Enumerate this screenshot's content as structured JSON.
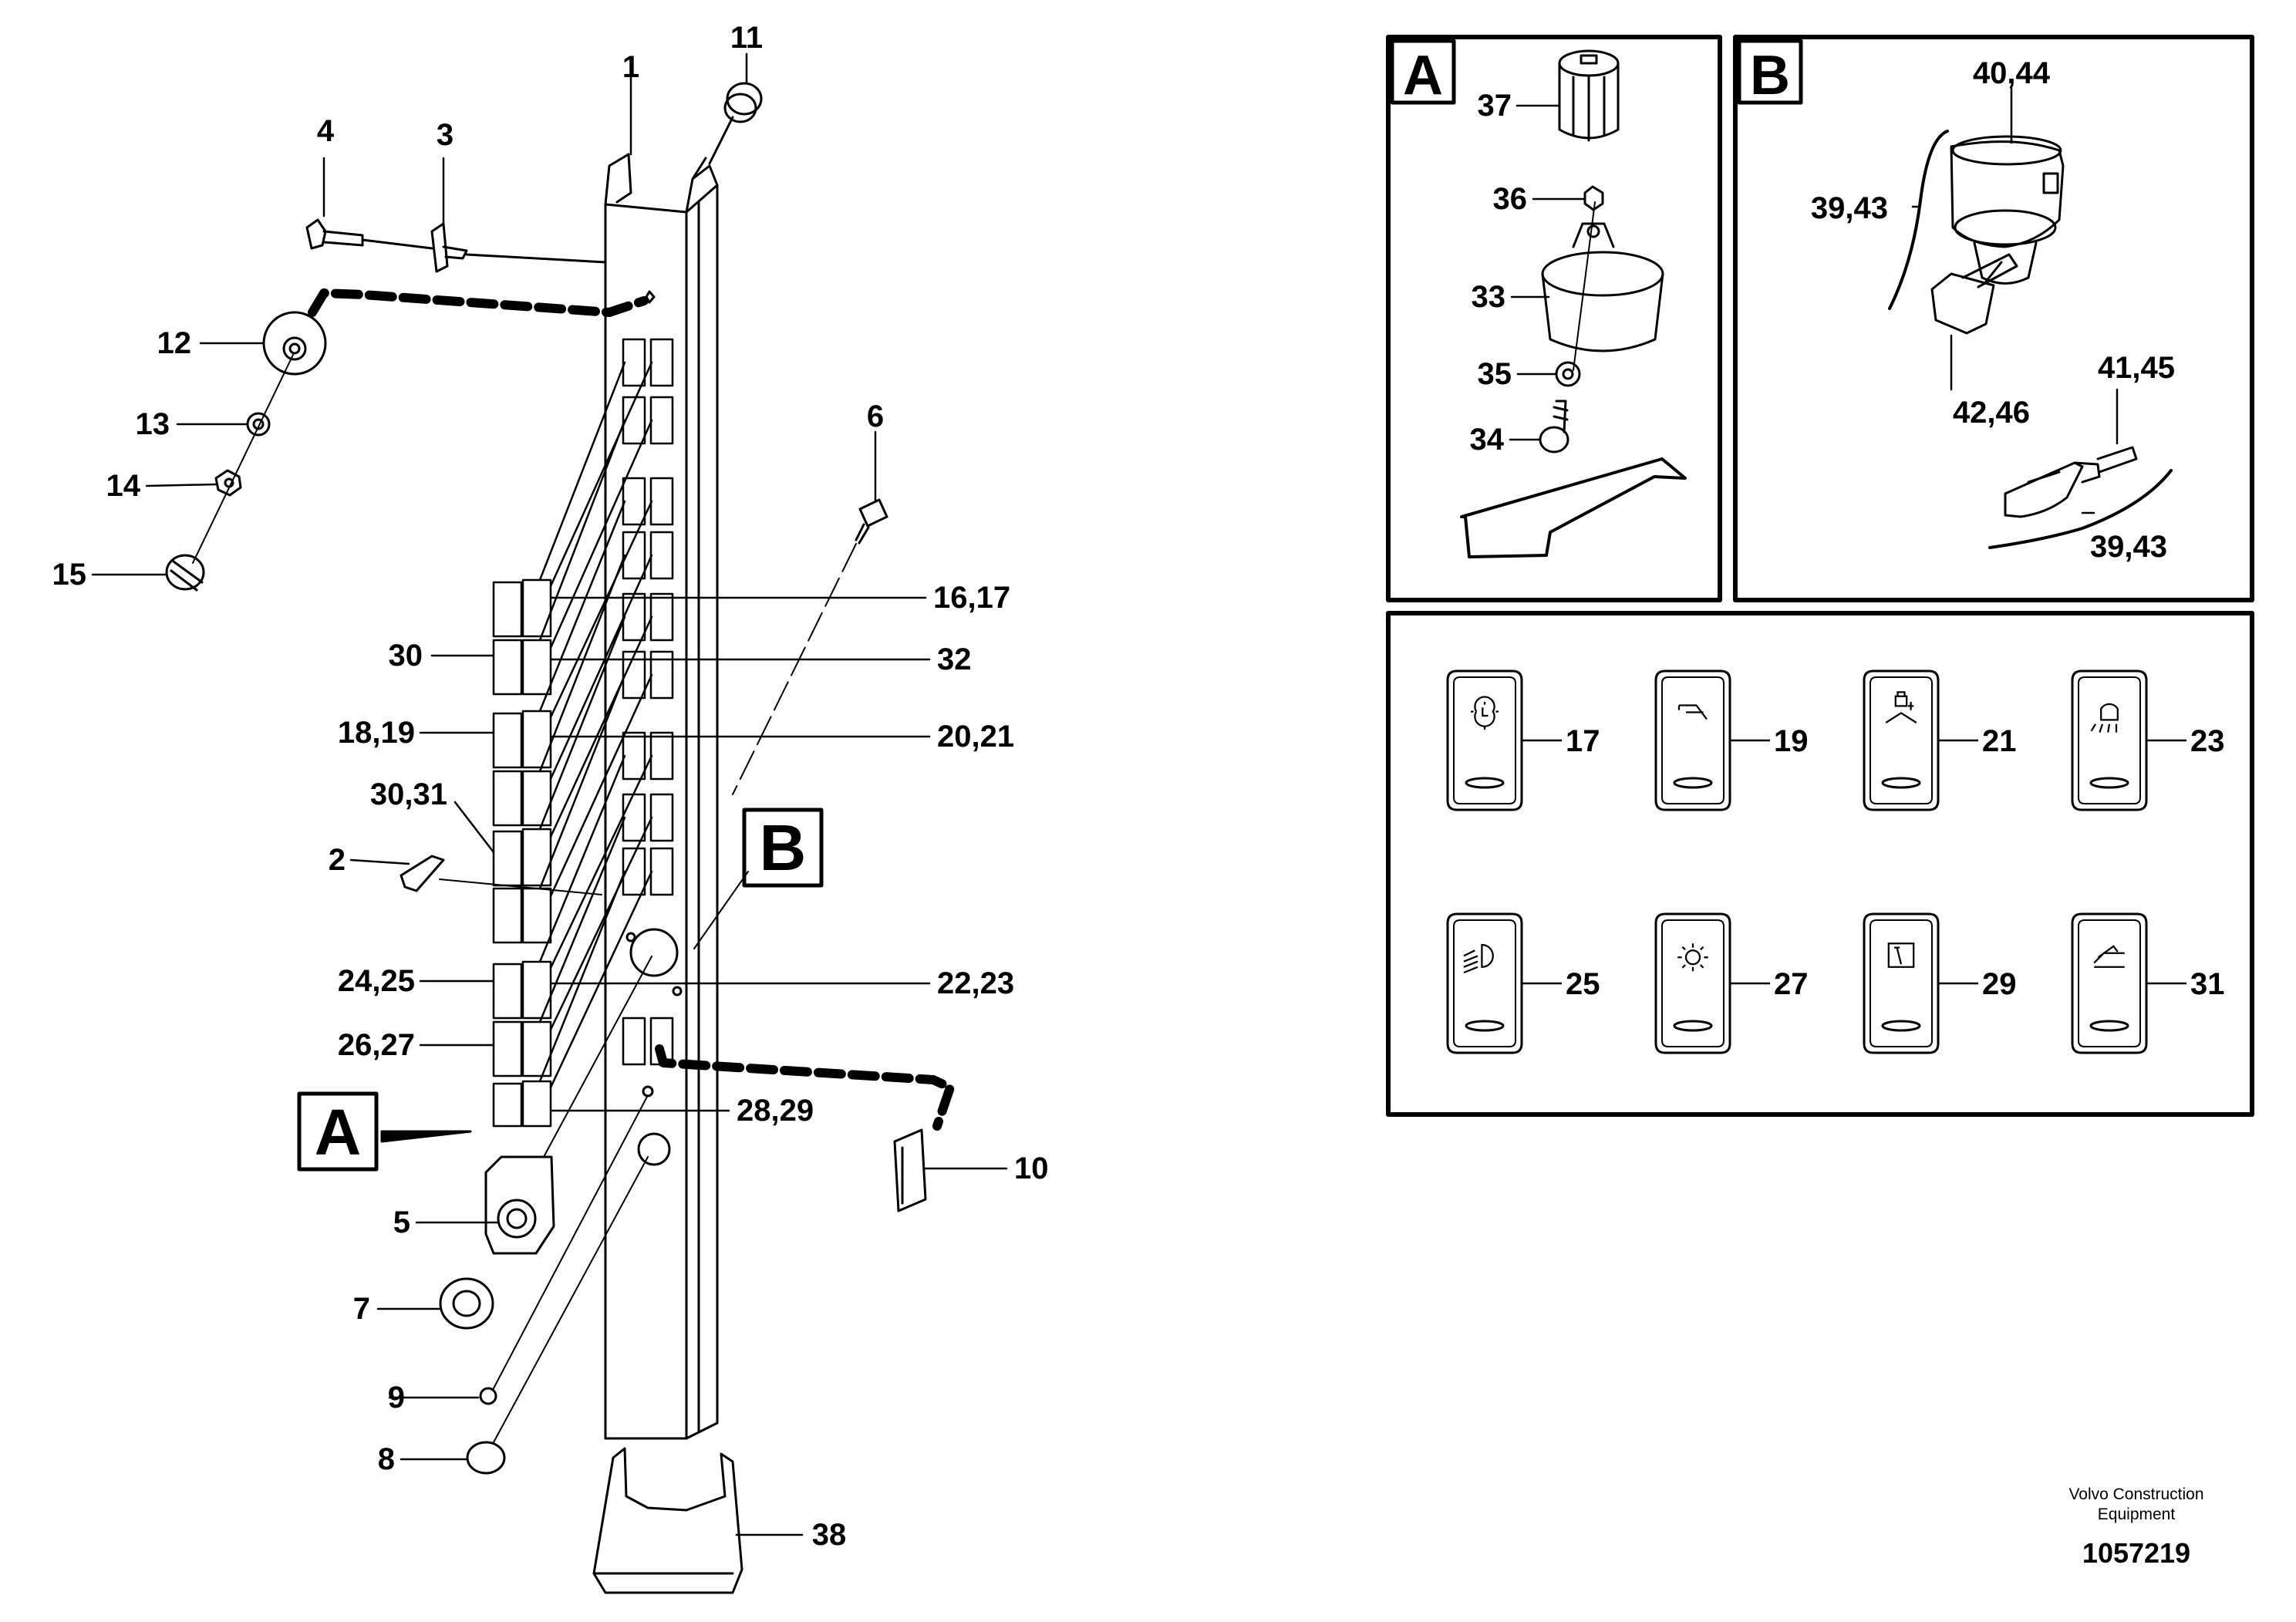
{
  "main_view": {
    "callouts": {
      "c1": "1",
      "c2": "2",
      "c3": "3",
      "c4": "4",
      "c5": "5",
      "c6": "6",
      "c7": "7",
      "c8": "8",
      "c9": "9",
      "c10": "10",
      "c11": "11",
      "c12": "12",
      "c13": "13",
      "c14": "14",
      "c15": "15",
      "c16_17": "16,17",
      "c30a": "30",
      "c32": "32",
      "c18_19": "18,19",
      "c20_21": "20,21",
      "c30_31": "30,31",
      "c24_25": "24,25",
      "c22_23": "22,23",
      "c26_27": "26,27",
      "c28_29": "28,29",
      "c38": "38"
    },
    "view_label_a": "A",
    "view_label_b": "B"
  },
  "detail_a": {
    "label": "A",
    "callouts": {
      "c37": "37",
      "c36": "36",
      "c33": "33",
      "c35": "35",
      "c34": "34"
    }
  },
  "detail_b": {
    "label": "B",
    "callouts": {
      "c40_44": "40,44",
      "c39_43_top": "39,43",
      "c41_45": "41,45",
      "c42_46": "42,46",
      "c39_43_bottom": "39,43"
    }
  },
  "switch_panel": {
    "switches": [
      {
        "id": "17",
        "icon": "gear-sun-icon"
      },
      {
        "id": "19",
        "icon": "ramp-icon"
      },
      {
        "id": "21",
        "icon": "lock-person-icon"
      },
      {
        "id": "23",
        "icon": "work-light-icon"
      },
      {
        "id": "25",
        "icon": "head-light-icon"
      },
      {
        "id": "27",
        "icon": "sun-lamp-icon"
      },
      {
        "id": "29",
        "icon": "rear-wiper-icon"
      },
      {
        "id": "31",
        "icon": "float-icon"
      }
    ]
  },
  "footer": {
    "company_line1": "Volvo Construction",
    "company_line2": "Equipment",
    "drawing_number": "1057219"
  }
}
